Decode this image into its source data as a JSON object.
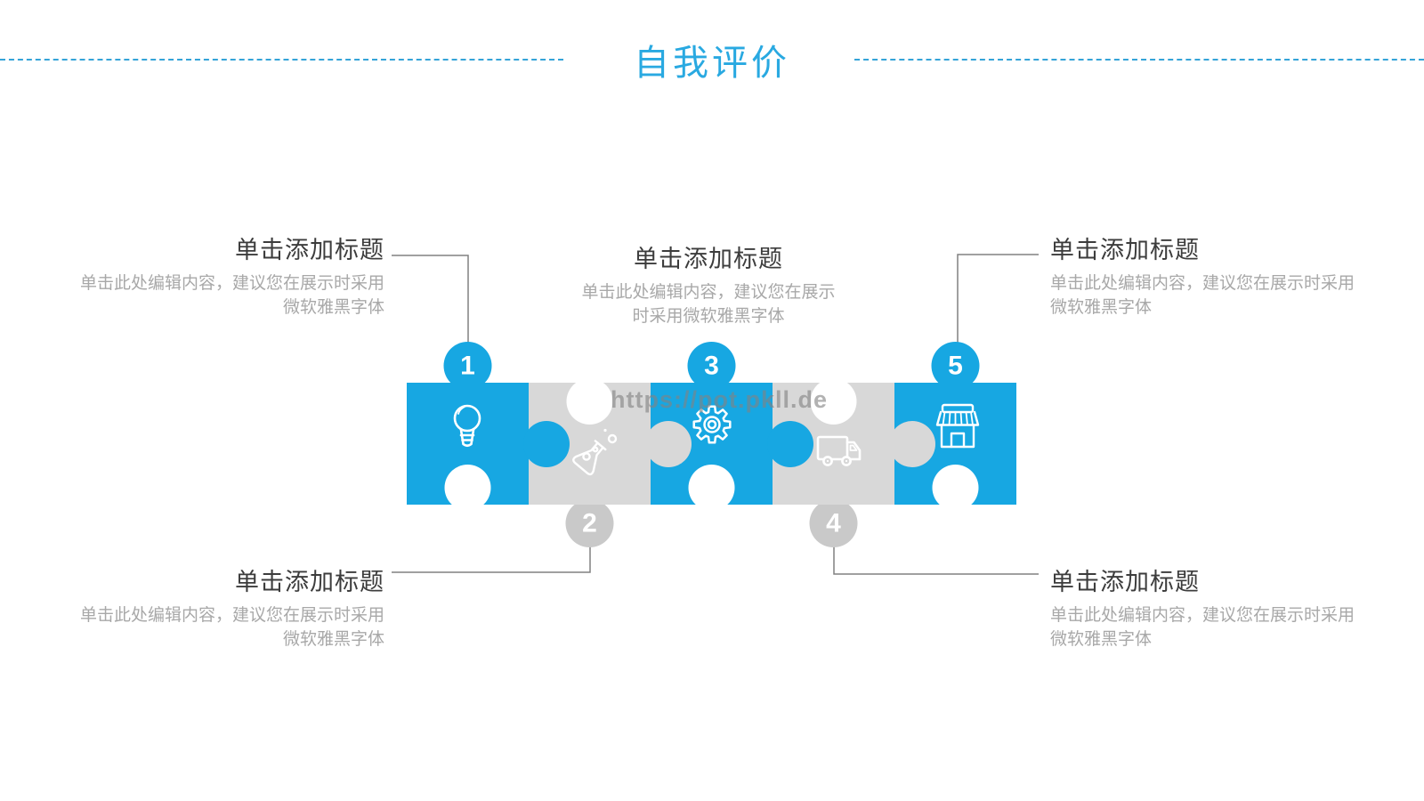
{
  "slide": {
    "title": "自我评价",
    "watermark": "https://pot.pkll.de"
  },
  "blocks": {
    "top_left": {
      "title": "单击添加标题",
      "line1": "单击此处编辑内容，建议您在展示时采用",
      "line2": "微软雅黑字体"
    },
    "top_center": {
      "title": "单击添加标题",
      "line1": "单击此处编辑内容，建议您在展示",
      "line2": "时采用微软雅黑字体"
    },
    "top_right": {
      "title": "单击添加标题",
      "line1": "单击此处编辑内容，建议您在展示时采用",
      "line2": "微软雅黑字体"
    },
    "bottom_left": {
      "title": "单击添加标题",
      "line1": "单击此处编辑内容，建议您在展示时采用",
      "line2": "微软雅黑字体"
    },
    "bottom_right": {
      "title": "单击添加标题",
      "line1": "单击此处编辑内容，建议您在展示时采用",
      "line2": "微软雅黑字体"
    }
  },
  "steps": [
    {
      "num": "1",
      "icon": "lightbulb-icon",
      "piece_color": "#17A7E2",
      "badge_color": "#17A7E2"
    },
    {
      "num": "2",
      "icon": "flask-icon",
      "piece_color": "#D8D8D8",
      "badge_color": "#C9C9C9"
    },
    {
      "num": "3",
      "icon": "gear-icon",
      "piece_color": "#17A7E2",
      "badge_color": "#17A7E2"
    },
    {
      "num": "4",
      "icon": "truck-icon",
      "piece_color": "#D8D8D8",
      "badge_color": "#C9C9C9"
    },
    {
      "num": "5",
      "icon": "store-icon",
      "piece_color": "#17A7E2",
      "badge_color": "#17A7E2"
    }
  ],
  "colors": {
    "accent_blue": "#29A9E1",
    "piece_blue": "#17A7E2",
    "piece_gray": "#D8D8D8",
    "badge_gray": "#C9C9C9",
    "heading_text": "#3C3C3C",
    "body_text": "#A8A8A8",
    "connector": "#808080",
    "dashed_rule": "#35A4D8",
    "watermark_text": "#828282",
    "icon_stroke": "#FFFFFF"
  }
}
